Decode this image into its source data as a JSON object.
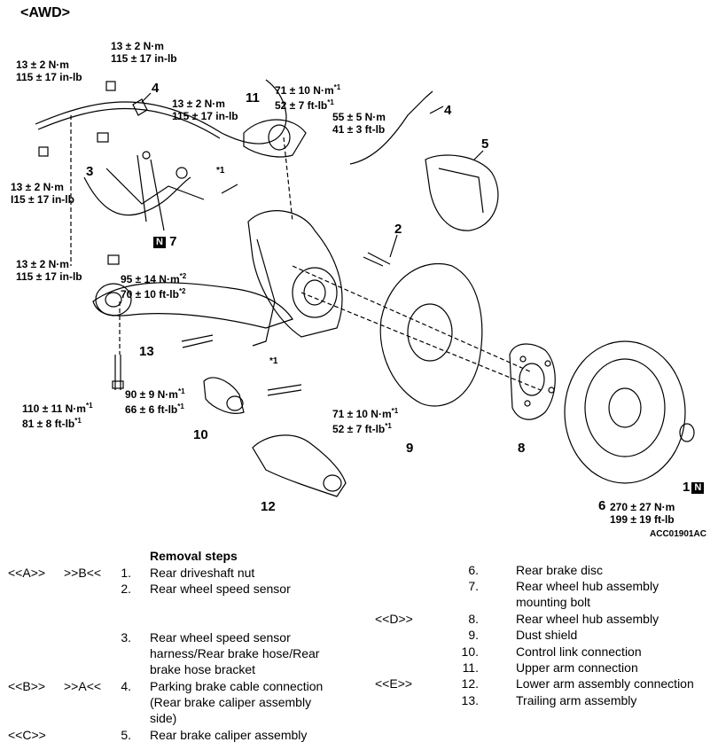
{
  "title": "<AWD>",
  "figure_ref": "ACC01901AC",
  "callouts": {
    "c1": "1",
    "c2": "2",
    "c3": "3",
    "c4a": "4",
    "c4b": "4",
    "c5": "5",
    "c6": "6",
    "c7": "7",
    "c8": "8",
    "c9": "9",
    "c10": "10",
    "c11": "11",
    "c12": "12",
    "c13": "13",
    "n_badge": "N",
    "star1a": "*1",
    "star1b": "*1"
  },
  "torques": {
    "t_top_nm": "13 ± 2 N·m",
    "t_top_inlb": "115 ± 17 in-lb",
    "t_left1_nm": "13 ± 2 N·m",
    "t_left1_inlb": "115 ± 17 in-lb",
    "t_mid_nm": "13 ± 2 N·m",
    "t_mid_inlb": "115 ± 17 in-lb",
    "t_left2_nm": "13 ± 2 N·m",
    "t_left2_inlb": "I15 ± 17 in-lb",
    "t_left3_nm": "13 ± 2 N·m",
    "t_left3_inlb": "115 ± 17 in-lb",
    "t_upper_nm": "71 ± 10 N·m",
    "t_upper_ftlb": "52 ± 7 ft-lb",
    "t_cable_nm": "55 ± 5 N·m",
    "t_cable_ftlb": "41 ± 3 ft-lb",
    "t_mount_nm": "95 ± 14 N·m",
    "t_mount_ftlb": "70 ± 10 ft-lb",
    "t_trail_nm": "110 ± 11 N·m",
    "t_trail_ftlb": "81 ± 8 ft-lb",
    "t_ctrl_nm": "90 ± 9 N·m",
    "t_ctrl_ftlb": "66 ± 6 ft-lb",
    "t_lower_nm": "71 ± 10 N·m",
    "t_lower_ftlb": "52 ± 7 ft-lb",
    "t_nut_nm": "270 ± 27 N·m",
    "t_nut_ftlb": "199 ± 19 ft-lb",
    "sup1": "*1",
    "sup2": "*2"
  },
  "removal": {
    "heading": "Removal steps",
    "left": [
      {
        "m1": "<<A>>",
        "m2": ">>B<<",
        "num": "1.",
        "text": [
          "Rear driveshaft nut"
        ]
      },
      {
        "m1": "",
        "m2": "",
        "num": "2.",
        "text": [
          "Rear wheel speed sensor"
        ]
      },
      {
        "m1": "",
        "m2": "",
        "num": "3.",
        "text": [
          "Rear wheel speed sensor",
          "harness/Rear brake hose/Rear",
          "brake hose bracket"
        ]
      },
      {
        "m1": "<<B>>",
        "m2": ">>A<<",
        "num": "4.",
        "text": [
          "Parking brake cable connection",
          "(Rear brake caliper assembly",
          "side)"
        ]
      },
      {
        "m1": "<<C>>",
        "m2": "",
        "num": "5.",
        "text": [
          "Rear brake caliper assembly"
        ]
      }
    ],
    "right": [
      {
        "m1": "",
        "num": "6.",
        "text": [
          "Rear brake disc"
        ]
      },
      {
        "m1": "",
        "num": "7.",
        "text": [
          "Rear wheel hub assembly",
          "mounting bolt"
        ]
      },
      {
        "m1": "<<D>>",
        "num": "8.",
        "text": [
          "Rear wheel hub assembly"
        ]
      },
      {
        "m1": "",
        "num": "9.",
        "text": [
          "Dust shield"
        ]
      },
      {
        "m1": "",
        "num": "10.",
        "text": [
          "Control link connection"
        ]
      },
      {
        "m1": "",
        "num": "11.",
        "text": [
          "Upper arm connection"
        ]
      },
      {
        "m1": "<<E>>",
        "num": "12.",
        "text": [
          "Lower arm assembly connection"
        ]
      },
      {
        "m1": "",
        "num": "13.",
        "text": [
          "Trailing arm assembly"
        ]
      }
    ]
  }
}
